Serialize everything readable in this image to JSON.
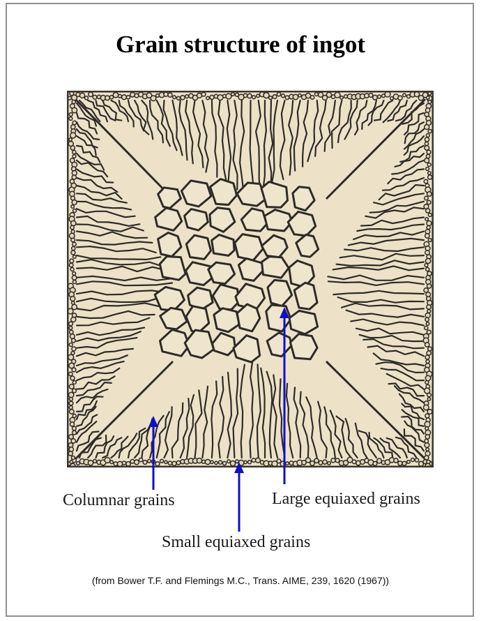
{
  "title": "Grain structure of ingot",
  "labels": {
    "columnar": "Columnar grains",
    "large_equiaxed": "Large equiaxed grains",
    "small_equiaxed": "Small equiaxed grains"
  },
  "citation": "(from Bower T.F. and Flemings M.C., Trans. AIME, 239, 1620 (1967))",
  "colors": {
    "arrow": "#1010c8",
    "grain_fill": "#ede2c8",
    "grain_boundary": "#2e2b27",
    "frame_border": "#8f8f8f"
  }
}
